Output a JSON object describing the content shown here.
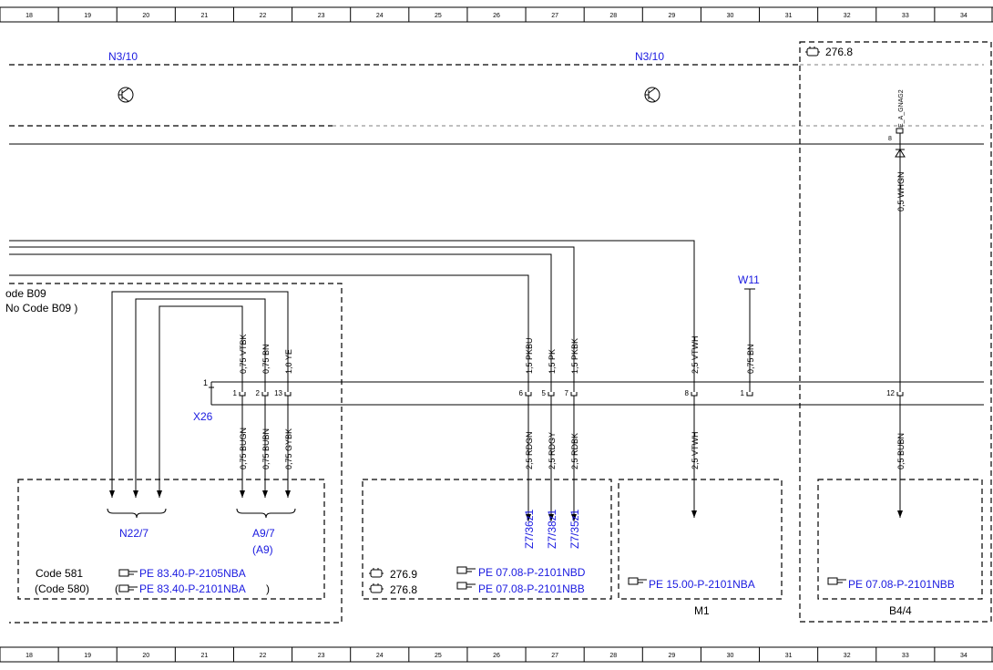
{
  "ruler": {
    "columns": [
      "18",
      "19",
      "20",
      "21",
      "22",
      "23",
      "24",
      "25",
      "26",
      "27",
      "28",
      "29",
      "30",
      "31",
      "32",
      "33",
      "34"
    ]
  },
  "components": {
    "n3_10_left": "N3/10",
    "n3_10_right": "N3/10",
    "engine_276_8_top": "276.8",
    "e_a_gnag2": "E_A_GNAG2",
    "pin_8_top": "8",
    "wire_whgn": "0,5 WHGN",
    "code_b09": "ode B09",
    "no_code_b09": "No  Code B09  )",
    "w11": "W11",
    "x26": "X26",
    "x26_pin1": "1",
    "n22_7": "N22/7",
    "a9_7": "A9/7",
    "a9_paren": "(A9)",
    "m1": "M1",
    "b4_4": "B4/4",
    "z7_36z1": "Z7/36z1",
    "z7_38z1": "Z7/38z1",
    "z7_35z1": "Z7/35z1"
  },
  "upper_wires": [
    {
      "label": "0,75 VTBK",
      "pin": "1"
    },
    {
      "label": "0,75 BN",
      "pin": "2"
    },
    {
      "label": "1,0 YE",
      "pin": "13"
    },
    {
      "label": "1,5 PKBU",
      "pin": "6"
    },
    {
      "label": "1,5 PK",
      "pin": "5"
    },
    {
      "label": "1,5 PKBK",
      "pin": "7"
    },
    {
      "label": "2,5 VTWH",
      "pin": "8"
    },
    {
      "label": "0,75 BN",
      "pin": "1"
    },
    {
      "label": "",
      "pin": "12"
    }
  ],
  "lower_wires": [
    "0,75 BUGN",
    "0,75 BUBN",
    "0,75 GYBK",
    "2,5 RDGN",
    "2,5 RDGY",
    "2,5 RDBK",
    "2,5 VTWH",
    "0,5 BUBN"
  ],
  "notes": {
    "box1_code581": "Code 581",
    "box1_code580": "(Code 580)",
    "box1_ref1": "PE 83.40-P-2105NBA",
    "box1_ref2": "PE 83.40-P-2101NBA",
    "box1_paren_open": "(",
    "box1_paren_close": ")",
    "box2_eng1": "276.9",
    "box2_eng2": "276.8",
    "box2_ref1": "PE 07.08-P-2101NBD",
    "box2_ref2": "PE 07.08-P-2101NBB",
    "box3_ref": "PE 15.00-P-2101NBA",
    "box4_ref": "PE 07.08-P-2101NBB"
  },
  "colors": {
    "blue": "#1a1ae0",
    "line": "#000000"
  }
}
